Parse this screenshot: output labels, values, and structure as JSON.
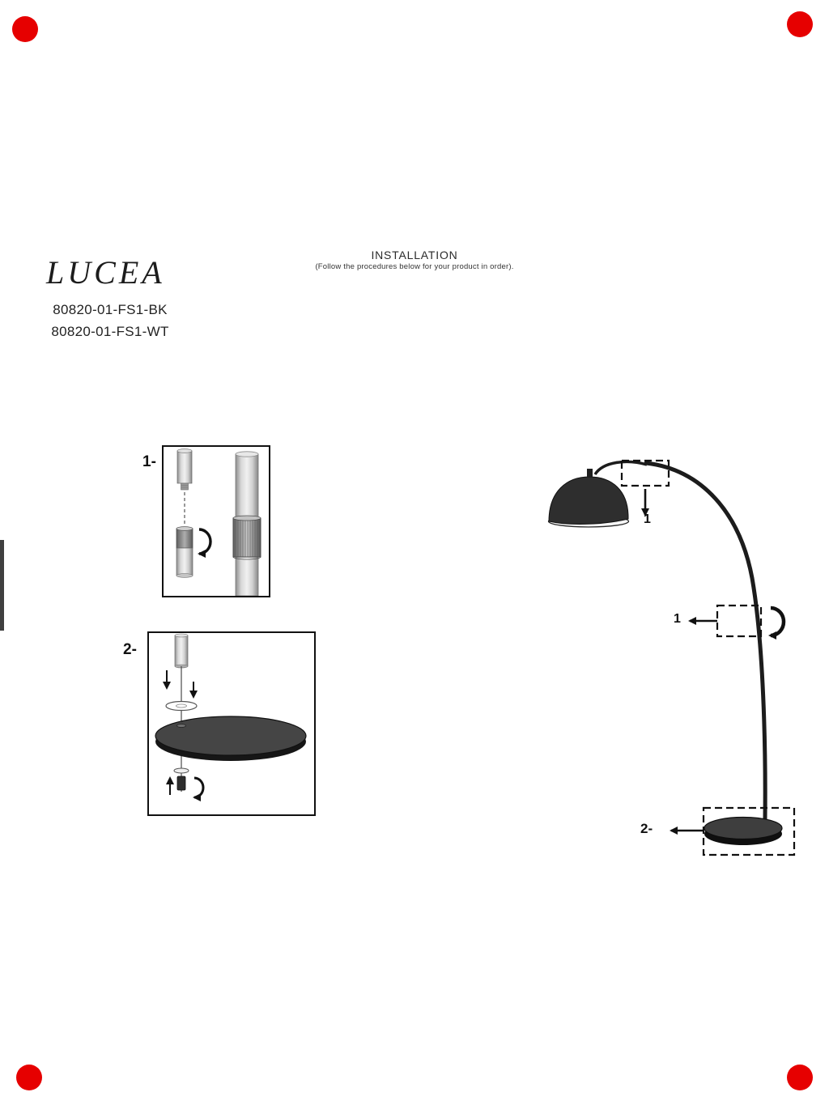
{
  "header": {
    "brand": "LUCEA",
    "models": [
      "80820-01-FS1-BK",
      "80820-01-FS1-WT"
    ],
    "title": "INSTALLATION",
    "subtitle": "(Follow the procedures below for your product in order)."
  },
  "steps": {
    "step1_label": "1-",
    "step2_label": "2-"
  },
  "callouts": {
    "shade_joint": "1",
    "pole_joint": "1",
    "base_joint": "2-"
  },
  "icons": {
    "rotation_arrow": "curved-clockwise-arrow",
    "down_arrow": "straight-down-arrow",
    "left_arrow": "straight-left-arrow",
    "up_arrow": "straight-up-arrow"
  },
  "colors": {
    "registration_mark": "#e60000",
    "ink": "#1a1a1a",
    "metal_gray": "#c9c9c9",
    "base_gray": "#3e3e3e"
  }
}
